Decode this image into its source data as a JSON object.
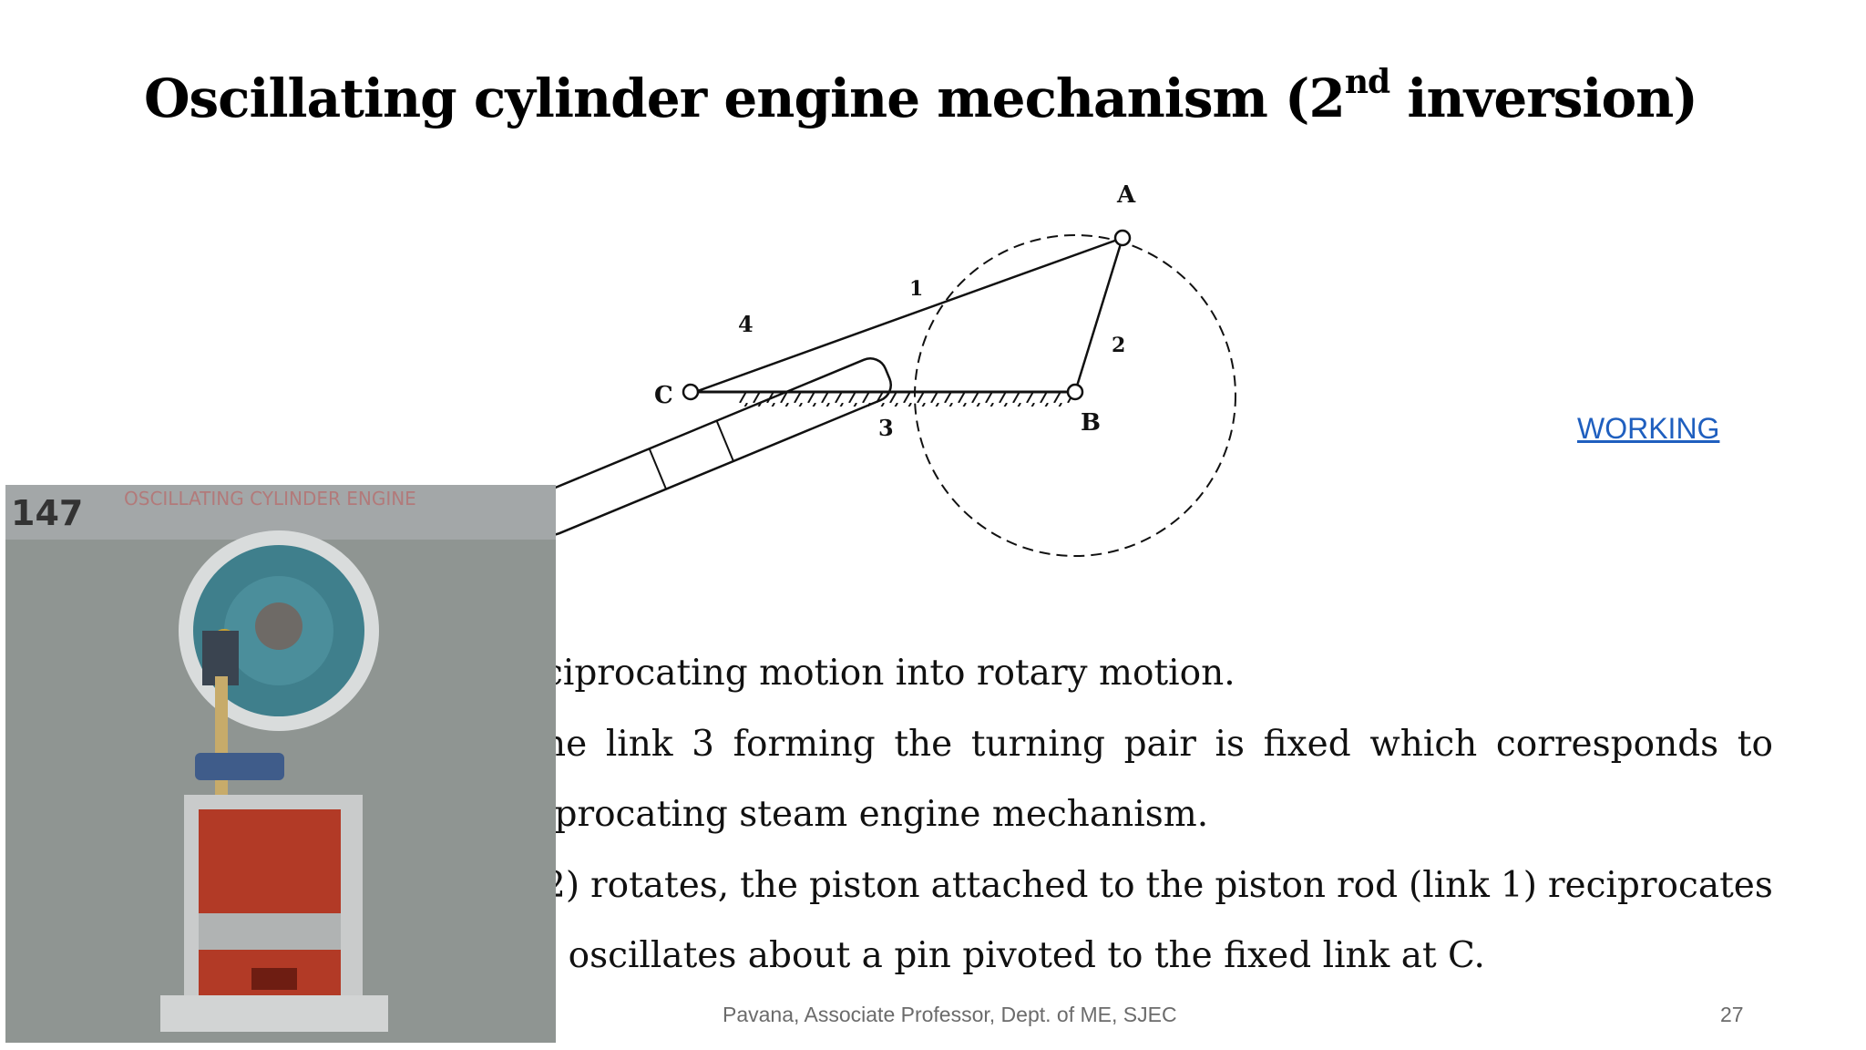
{
  "slide": {
    "title_main": "Oscillating cylinder engine mechanism (2",
    "title_sup": "nd",
    "title_end": " inversion)",
    "link": "WORKING",
    "diagram_labels": {
      "a": "A",
      "b": "B",
      "c": "C",
      "link1": "1",
      "link2": "2",
      "link3": "3",
      "link4": "4"
    },
    "photo_number": "147",
    "photo_caption": "OSCILLATING CYLINDER ENGINE",
    "lines": [
      "ciprocating motion into rotary motion.",
      "he link 3 forming the turning pair is fixed which corresponds to",
      "iprocating steam engine mechanism.",
      "2) rotates, the piston attached to the piston rod (link 1) reciprocates",
      ") oscillates about a pin pivoted to the fixed link at C."
    ],
    "footer_author": "Pavana, Associate Professor, Dept. of ME, SJEC",
    "page_number": "27"
  },
  "colors": {
    "link": "#1f5fbf",
    "footer": "#6b6b6b",
    "disc": "#3f7f8c",
    "cylinder": "#b23a26"
  }
}
